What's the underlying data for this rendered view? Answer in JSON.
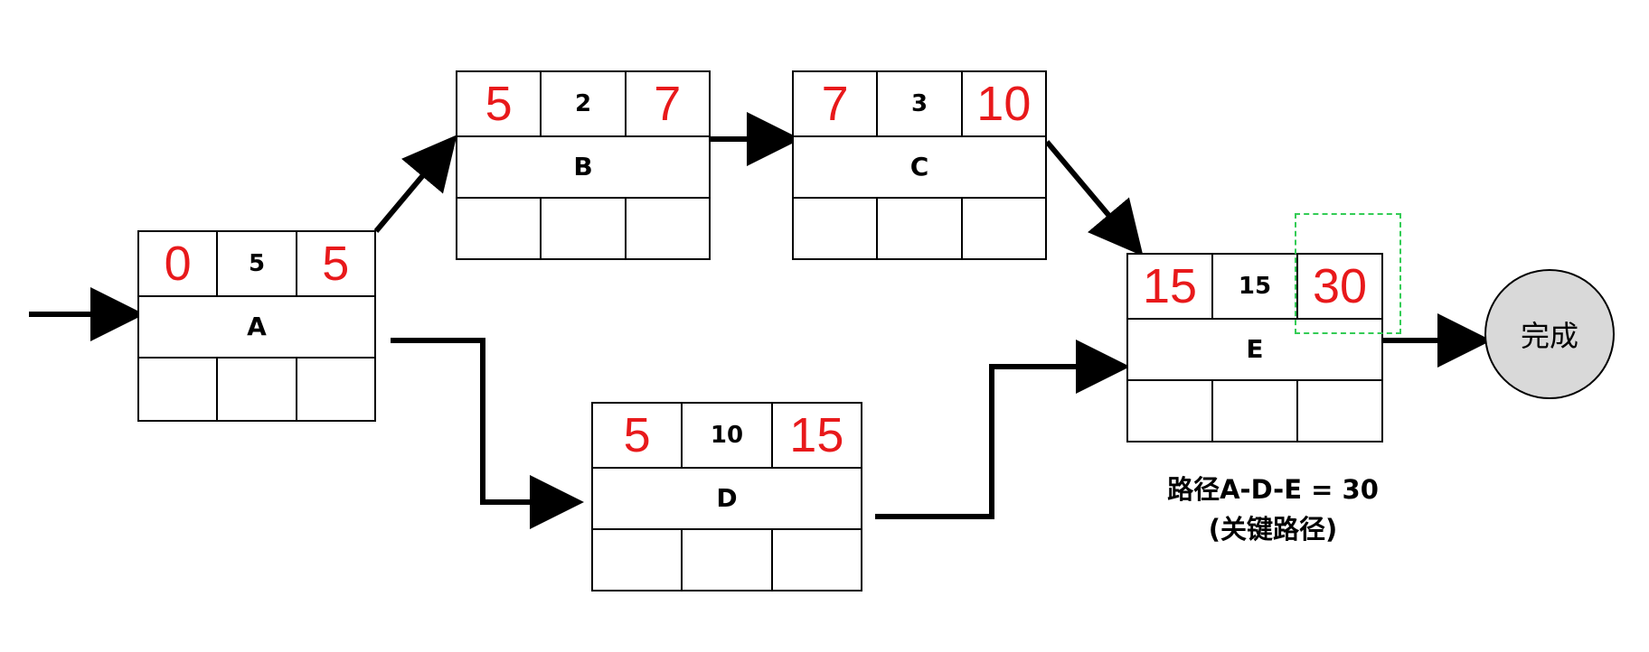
{
  "nodes": {
    "A": {
      "name": "A",
      "es": "0",
      "dur": "5",
      "ef": "5"
    },
    "B": {
      "name": "B",
      "es": "5",
      "dur": "2",
      "ef": "7"
    },
    "C": {
      "name": "C",
      "es": "7",
      "dur": "3",
      "ef": "10"
    },
    "D": {
      "name": "D",
      "es": "5",
      "dur": "10",
      "ef": "15"
    },
    "E": {
      "name": "E",
      "es": "15",
      "dur": "15",
      "ef": "30"
    }
  },
  "finish_label": "完成",
  "critical_path": {
    "line1": "路径A-D-E = 30",
    "line2": "(关键路径)"
  },
  "colors": {
    "early_times": "#e8191b",
    "highlight": "#33cc55",
    "finish_fill": "#d9d9d9"
  }
}
